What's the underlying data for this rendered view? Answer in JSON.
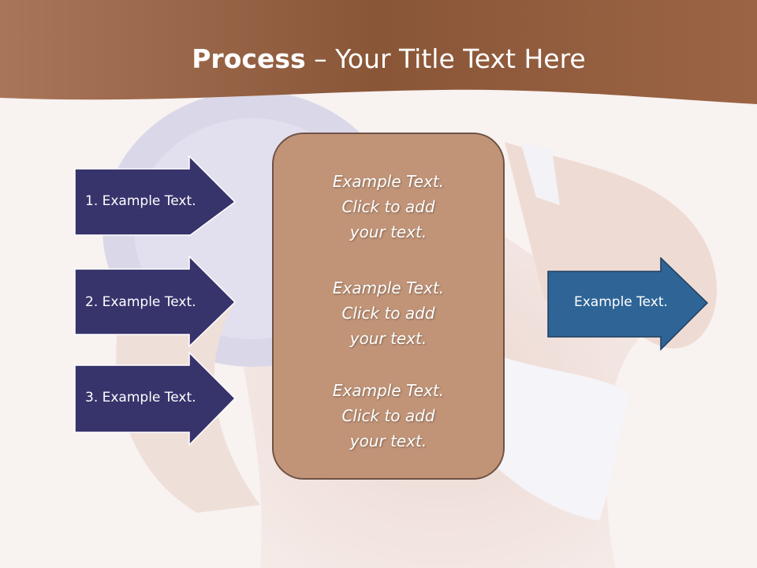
{
  "slide": {
    "title_bold": "Process",
    "title_rest": " – Your Title Text Here",
    "left_steps": [
      {
        "label": "1. Example Text."
      },
      {
        "label": "2. Example Text."
      },
      {
        "label": "3. Example Text."
      }
    ],
    "center_blocks": [
      {
        "line1": "Example Text.",
        "line2": "Click  to add",
        "line3": "your text."
      },
      {
        "line1": "Example Text.",
        "line2": "Click  to add",
        "line3": "your text."
      },
      {
        "line1": "Example Text.",
        "line2": "Click  to add",
        "line3": "your text."
      }
    ],
    "right_arrow": {
      "label": "Example Text."
    },
    "colors": {
      "header_brown": "#8a5638",
      "center_box": "#c19478",
      "left_arrows": "#37336b",
      "right_arrow": "#2e6496"
    }
  }
}
